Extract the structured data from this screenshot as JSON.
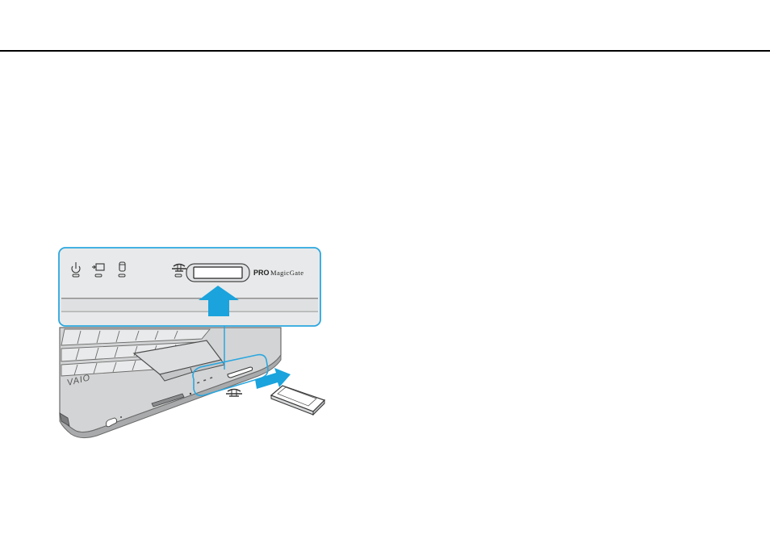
{
  "zoom_panel": {
    "indicator_icons": [
      "power-icon",
      "battery-icon",
      "drive-icon"
    ],
    "slot_logo": "memory-stick-logo",
    "pro_label": "PRO",
    "magicgate_label": "MagicGate",
    "arrow_color": "#1aa3dc"
  },
  "laptop": {
    "brand_logo": "VAIO"
  },
  "colors": {
    "highlight": "#2aa7df",
    "arrow": "#1aa3dc",
    "panel_bg": "#e6e7e8",
    "laptop_body": "#cfd1d2"
  }
}
